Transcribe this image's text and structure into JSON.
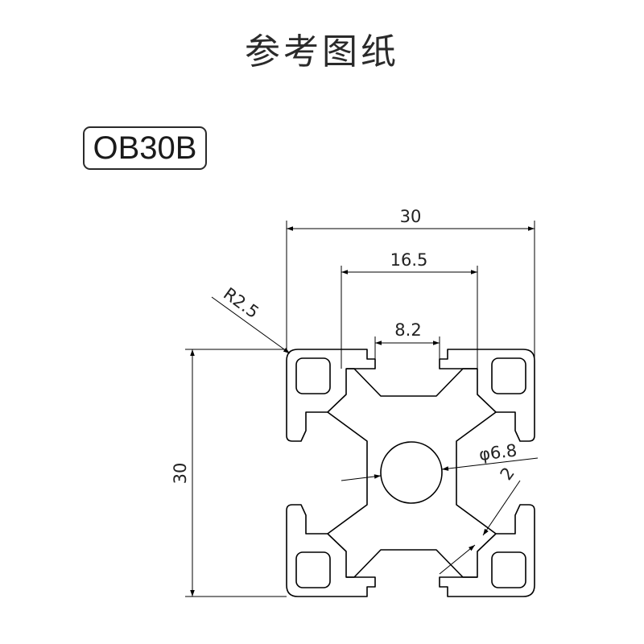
{
  "header": {
    "title": "参考图纸",
    "model": "OB30B"
  },
  "drawing": {
    "dimensions": {
      "overall_width": "30",
      "overall_height": "30",
      "slot_outer_width": "16.5",
      "slot_opening_width": "8.2",
      "corner_radius": "R2.5",
      "center_bore": "φ6.8",
      "wall_thickness": "2"
    }
  },
  "colors": {
    "line": "#000000",
    "text": "#222222"
  }
}
